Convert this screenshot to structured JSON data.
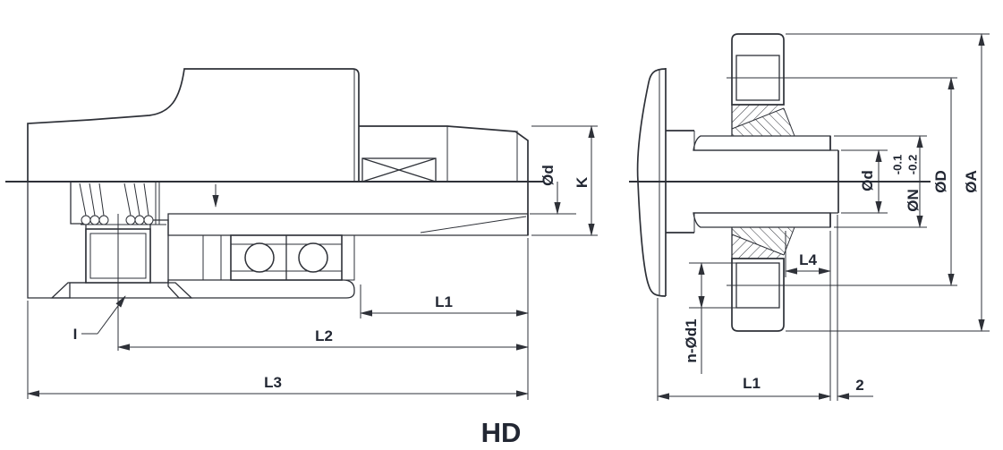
{
  "title": "HD",
  "views": {
    "section": {
      "label_d": "Ød",
      "label_K": "K",
      "label_L1": "L1",
      "label_L2": "L2",
      "label_L3": "L3",
      "label_detail": "I"
    },
    "flange": {
      "label_d": "Ød",
      "label_N": "ØN",
      "tol_upper": "-0.1",
      "tol_lower": "-0.2",
      "label_D": "ØD",
      "label_A": "ØA",
      "label_L4": "L4",
      "label_nd1": "n-Ød1",
      "label_L1": "L1",
      "label_gap": "2"
    }
  },
  "colors": {
    "line": "#2e3138",
    "text": "#222733",
    "background": "#ffffff"
  }
}
